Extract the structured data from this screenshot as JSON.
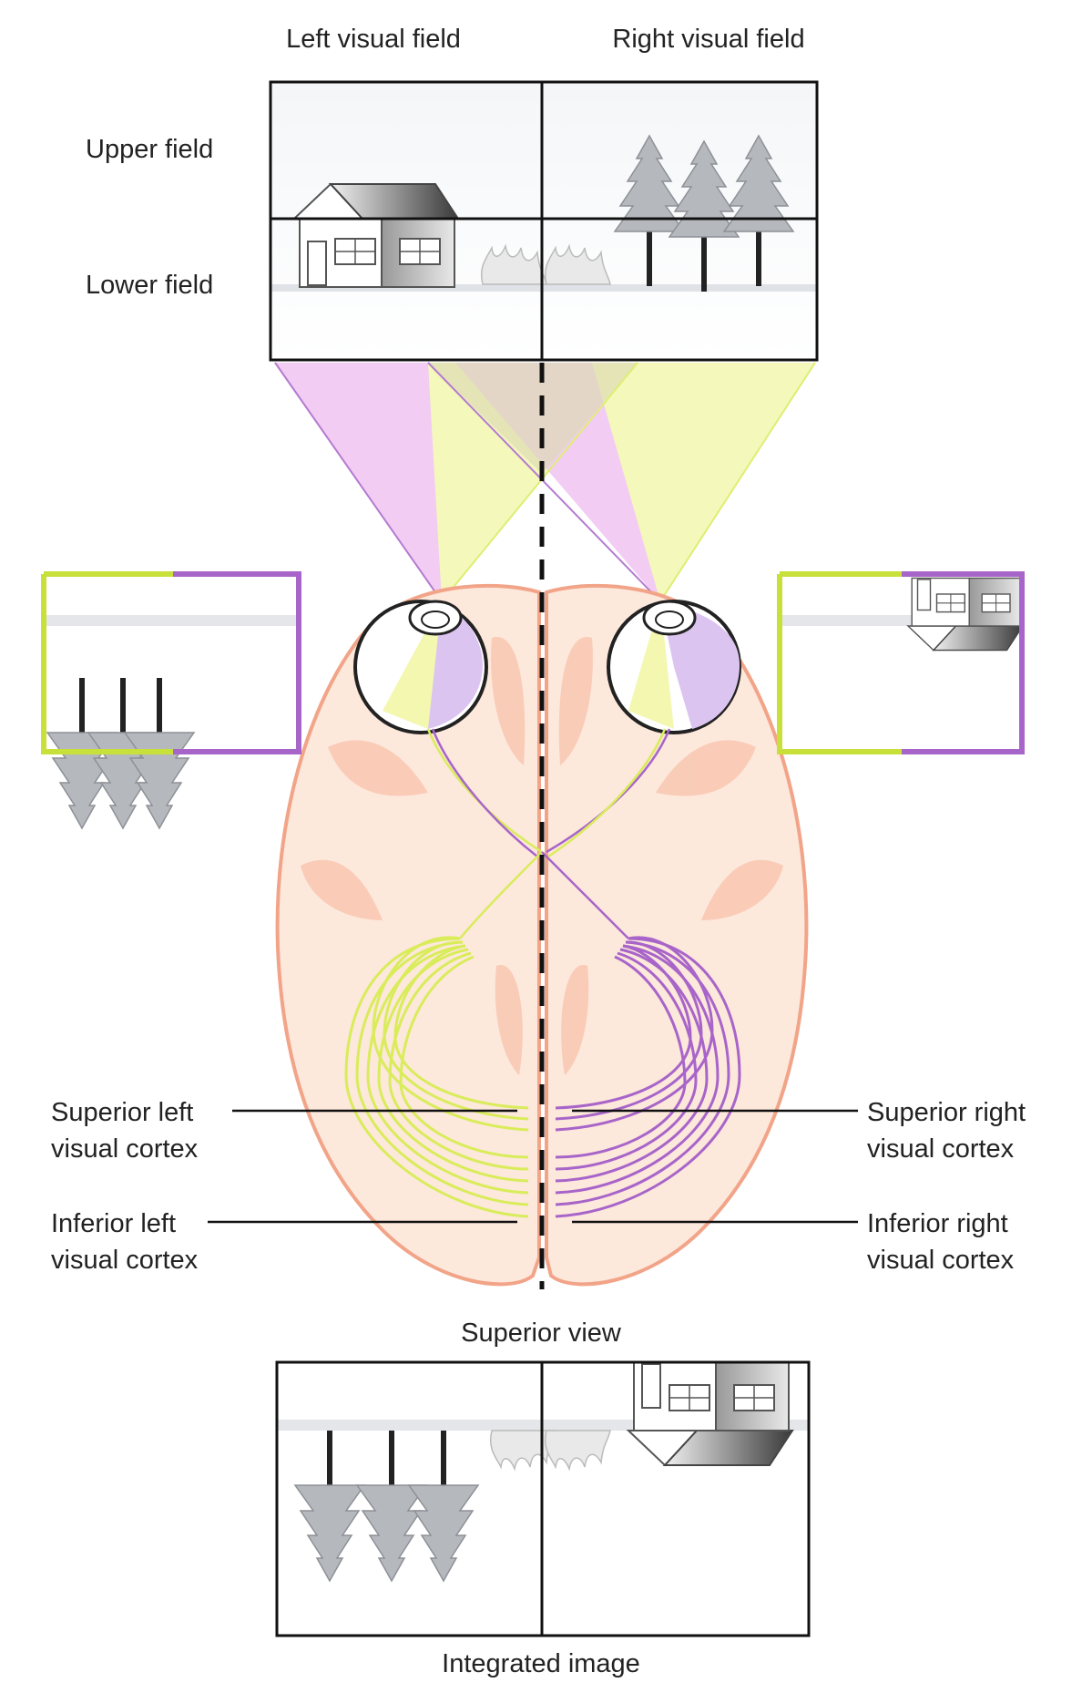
{
  "visual_field": {
    "left_label": "Left visual field",
    "right_label": "Right visual field",
    "upper_label": "Upper field",
    "lower_label": "Lower field"
  },
  "cortex_labels": {
    "superior_left": [
      "Superior left",
      "visual cortex"
    ],
    "inferior_left": [
      "Inferior left",
      "visual cortex"
    ],
    "superior_right": [
      "Superior right",
      "visual cortex"
    ],
    "inferior_right": [
      "Inferior right",
      "visual cortex"
    ]
  },
  "view_label": "Superior view",
  "integrated_label": "Integrated image",
  "colors": {
    "left_pathway": "#d9ec5a",
    "right_pathway": "#a865c9",
    "left_cone": "#f3f7b0",
    "right_cone": "#f0c4f2",
    "brain_fill": "#fde8dc",
    "brain_outline": "#f2a488",
    "brain_gyri": "#f9c9b3"
  },
  "icons": [
    "house-icon",
    "tree-icon",
    "shrub-icon",
    "eye-icon",
    "brain-icon"
  ]
}
